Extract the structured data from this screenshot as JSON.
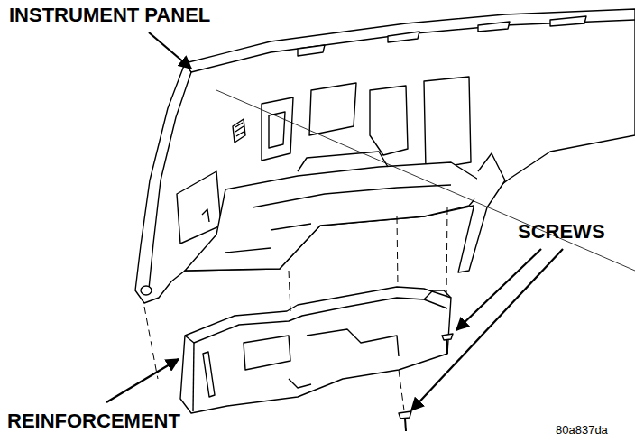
{
  "diagram": {
    "labels": [
      "INSTRUMENT PANEL",
      "SCREWS",
      "REINFORCEMENT",
      "80a837da"
    ]
  }
}
